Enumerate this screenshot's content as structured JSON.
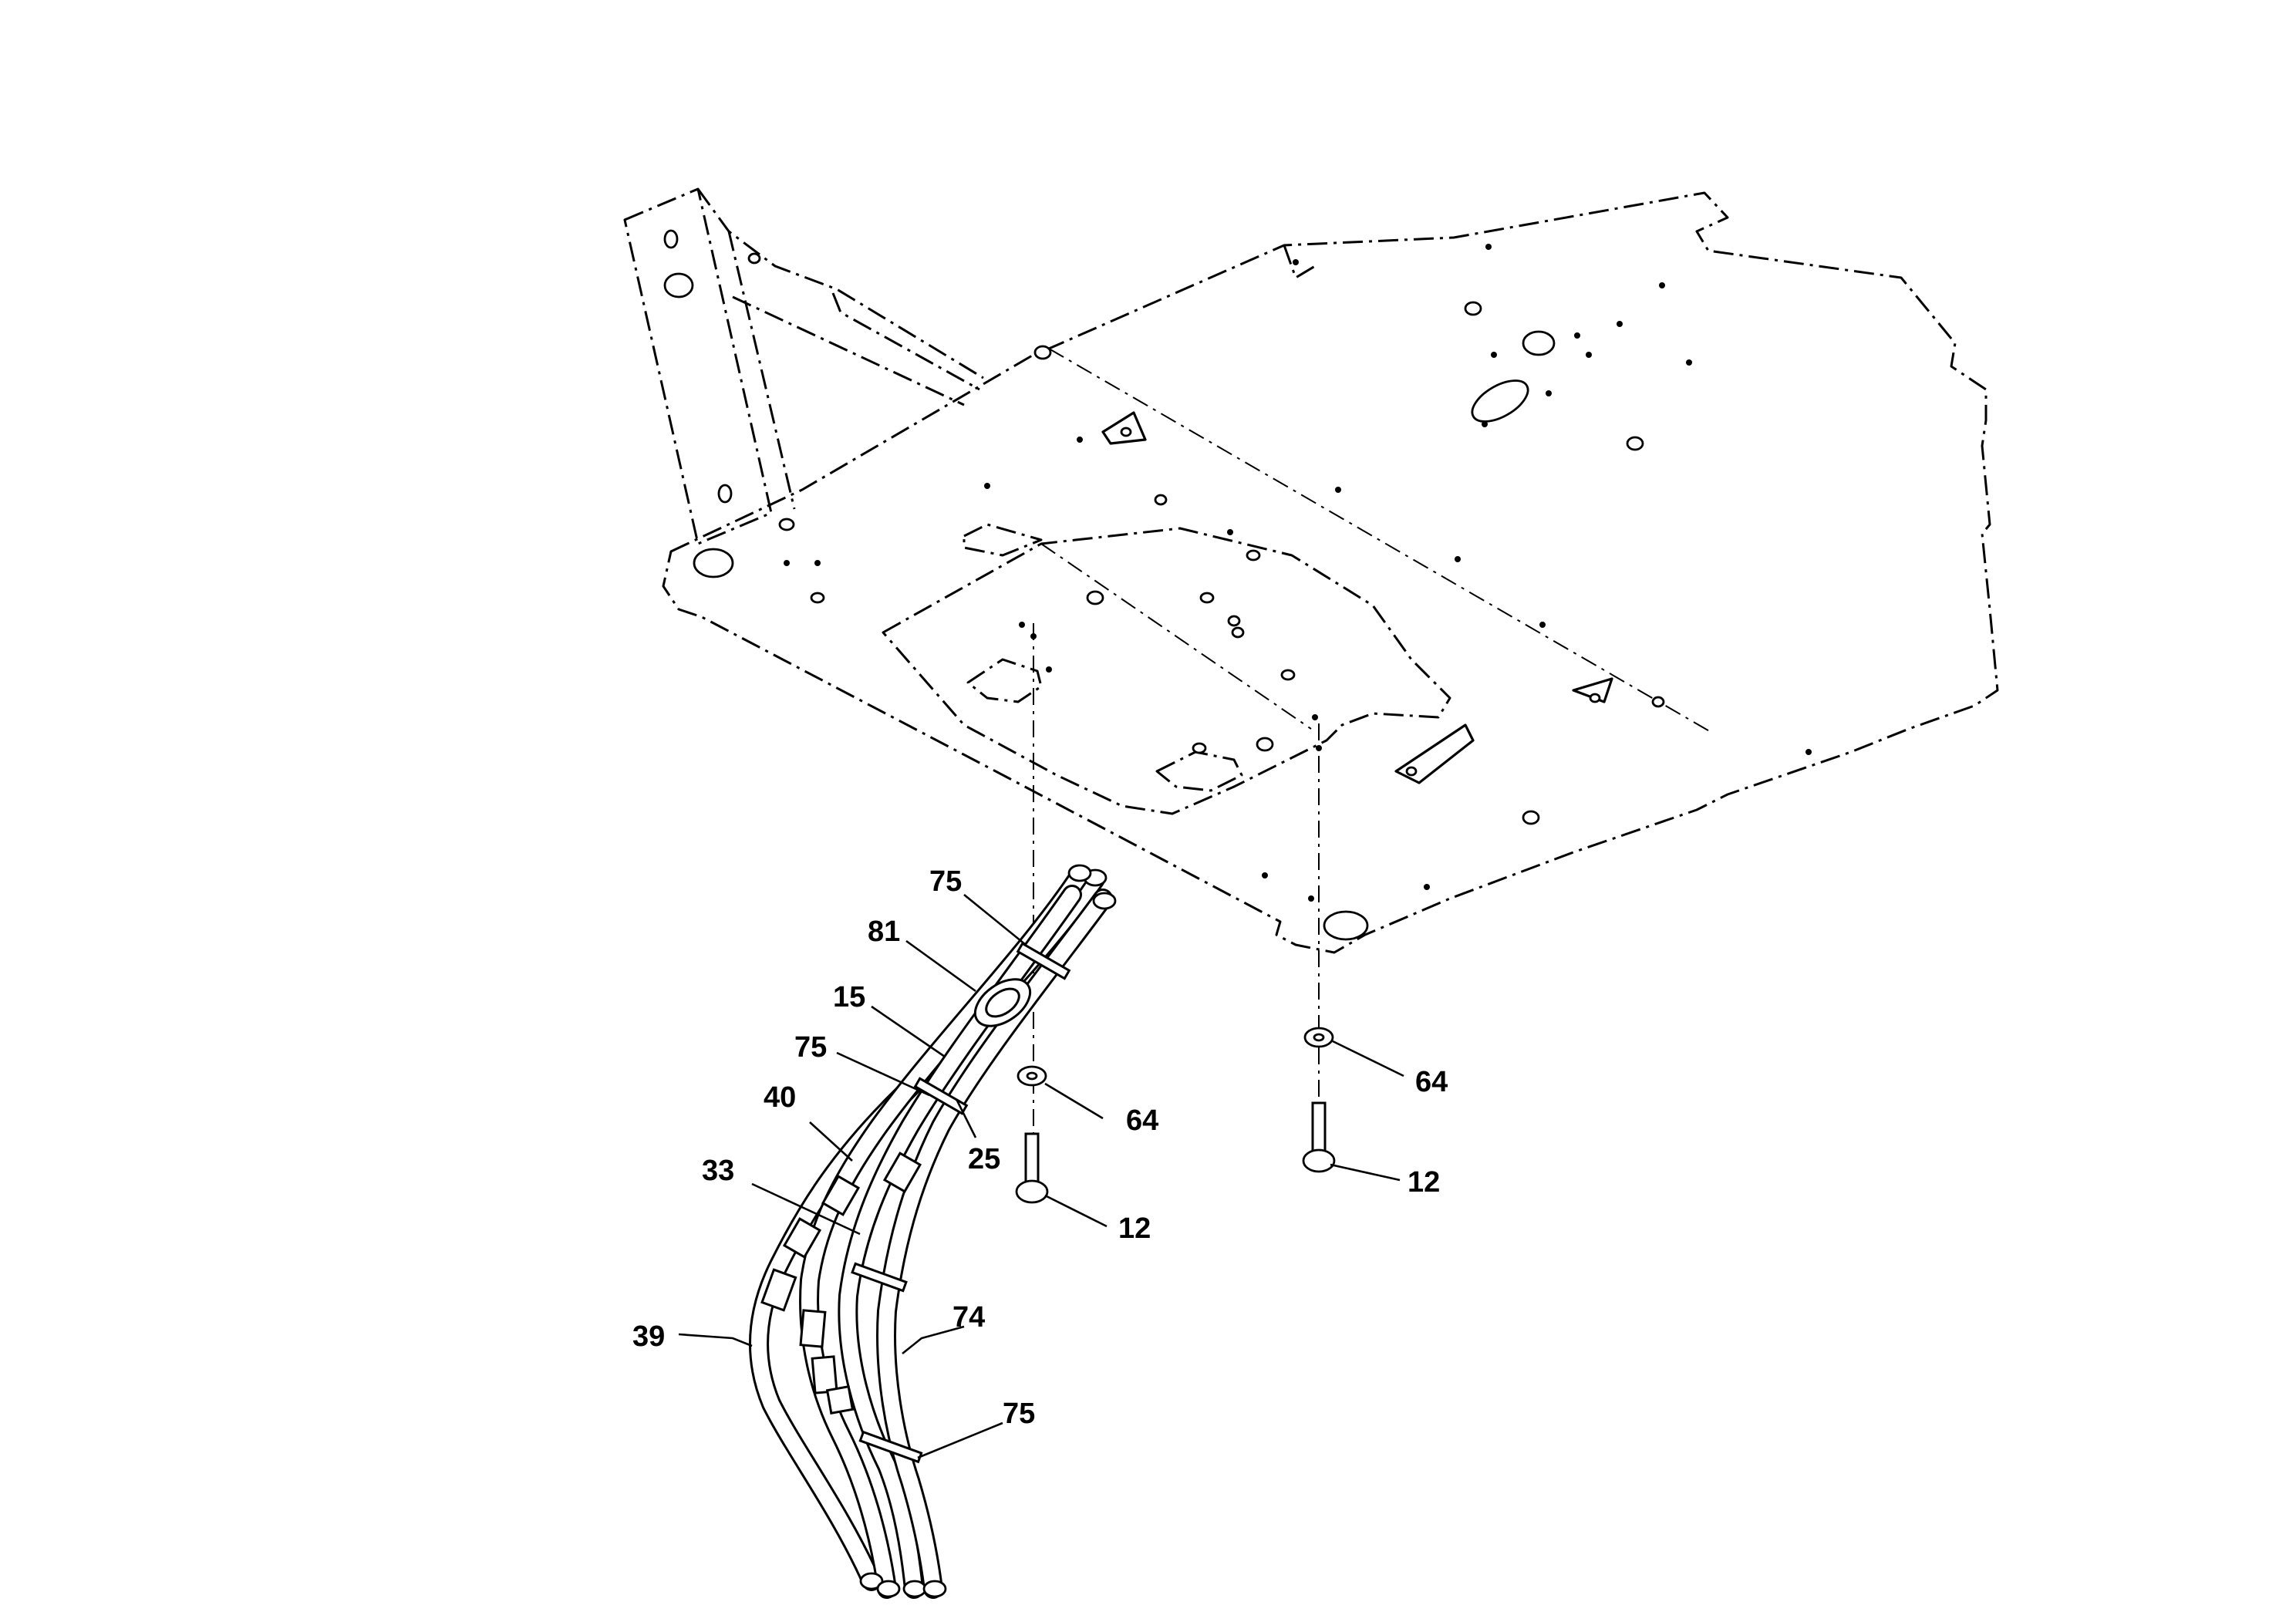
{
  "callouts": [
    {
      "id": "c75a",
      "text": "75"
    },
    {
      "id": "c81",
      "text": "81"
    },
    {
      "id": "c15",
      "text": "15"
    },
    {
      "id": "c75b",
      "text": "75"
    },
    {
      "id": "c40",
      "text": "40"
    },
    {
      "id": "c25",
      "text": "25"
    },
    {
      "id": "c64a",
      "text": "64"
    },
    {
      "id": "c33",
      "text": "33"
    },
    {
      "id": "c12a",
      "text": "12"
    },
    {
      "id": "c64b",
      "text": "64"
    },
    {
      "id": "c12b",
      "text": "12"
    },
    {
      "id": "c39",
      "text": "39"
    },
    {
      "id": "c74",
      "text": "74"
    },
    {
      "id": "c75c",
      "text": "75"
    }
  ]
}
